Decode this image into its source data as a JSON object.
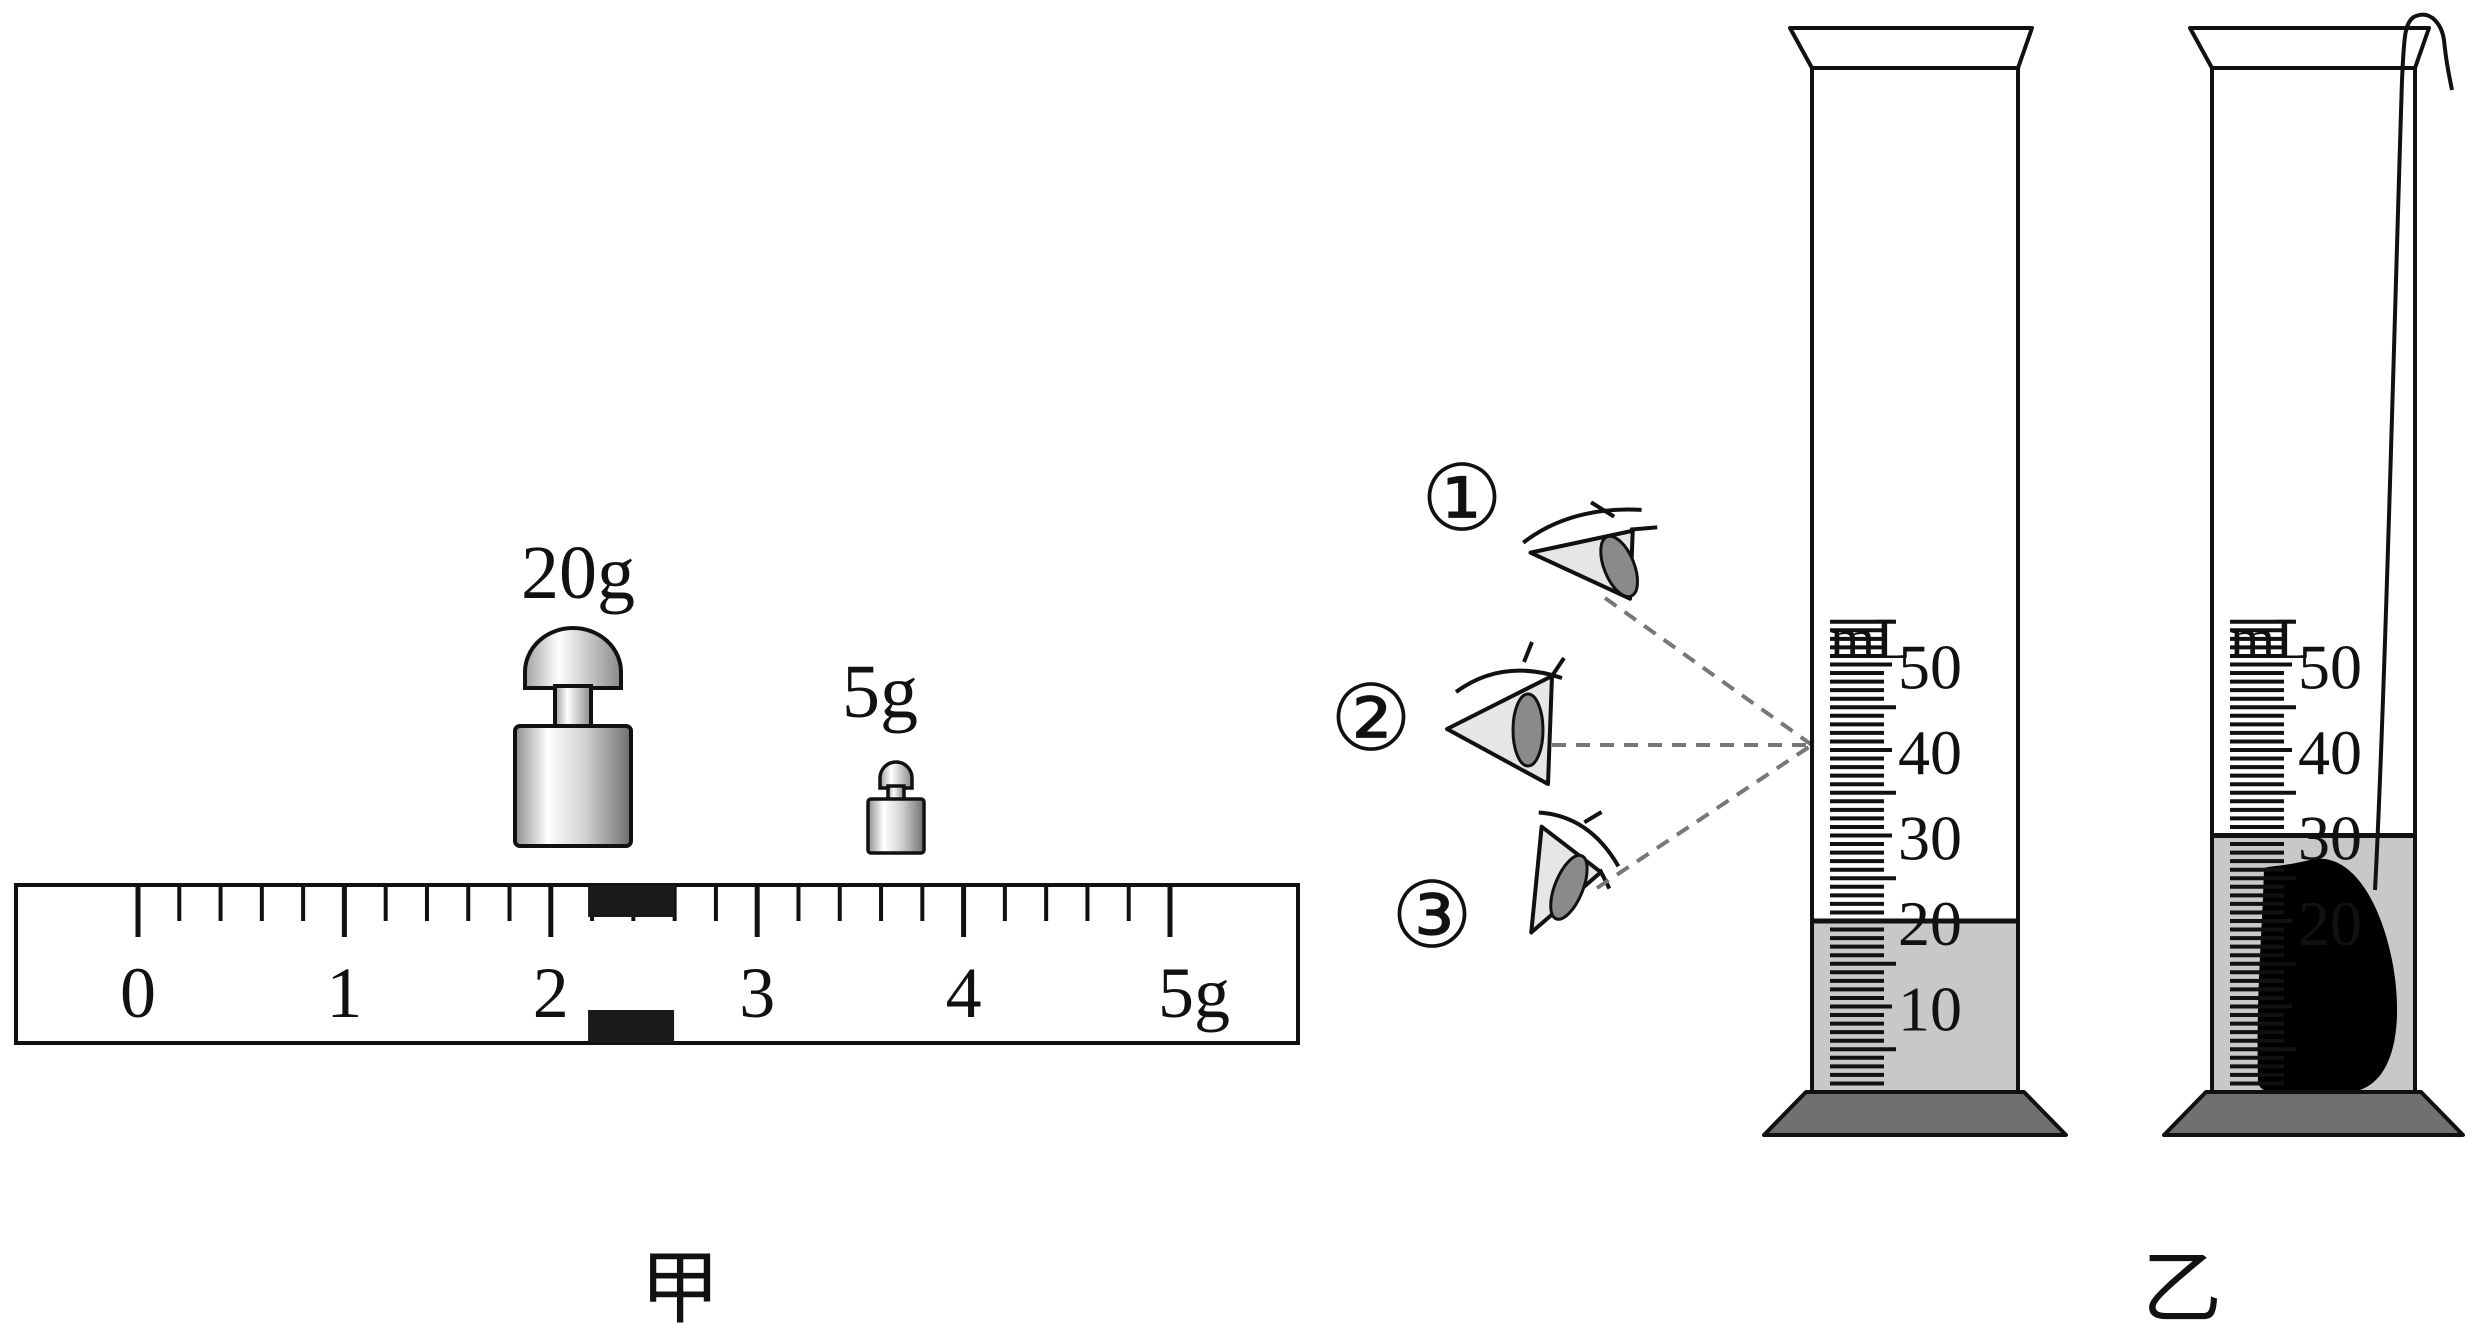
{
  "figure_a": {
    "caption": "甲",
    "weights": [
      {
        "label": "20g"
      },
      {
        "label": "5g"
      }
    ],
    "scale": {
      "min": 0,
      "max": 5,
      "minor_per_unit": 5,
      "tick_labels": [
        "0",
        "1",
        "2",
        "3",
        "4",
        "5g"
      ],
      "rider_position": 2.2,
      "rider_color": "#1a1a1a"
    }
  },
  "figure_b": {
    "caption": "乙",
    "viewpoints": [
      "①",
      "②",
      "③"
    ],
    "cylinders": [
      {
        "unit": "mL",
        "scale_max": 55,
        "tick_labels": [
          "10",
          "20",
          "30",
          "40",
          "50"
        ],
        "liquid_level": 20,
        "has_stone": false
      },
      {
        "unit": "mL",
        "scale_max": 55,
        "tick_labels": [
          "20",
          "30",
          "40",
          "50"
        ],
        "liquid_level": 30,
        "has_stone": true
      }
    ],
    "liquid_color": "#c8c8c8",
    "base_color": "#707070",
    "stone_color": "#000000"
  }
}
